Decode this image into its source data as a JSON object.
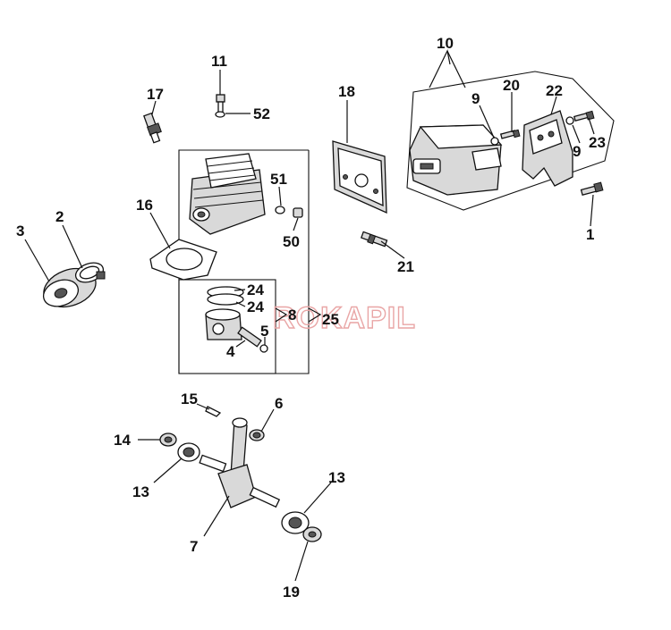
{
  "watermark": "ROKAPIL",
  "callouts": {
    "c1": "1",
    "c2": "2",
    "c3": "3",
    "c4": "4",
    "c5": "5",
    "c6": "6",
    "c7": "7",
    "c8": "8",
    "c9a": "9",
    "c9b": "9",
    "c10": "10",
    "c11": "11",
    "c13a": "13",
    "c13b": "13",
    "c14": "14",
    "c15": "15",
    "c16": "16",
    "c17": "17",
    "c18": "18",
    "c19": "19",
    "c20": "20",
    "c21": "21",
    "c22": "22",
    "c23": "23",
    "c24a": "24",
    "c24b": "24",
    "c25": "25",
    "c50": "50",
    "c51": "51",
    "c52": "52"
  }
}
